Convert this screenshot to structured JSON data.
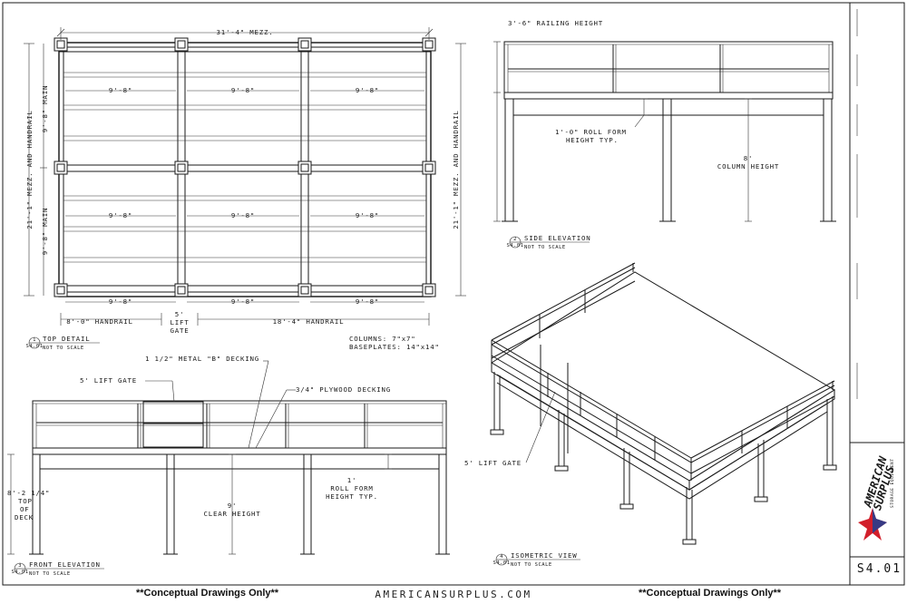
{
  "sheet": {
    "number": "S4.01",
    "footer_left": "**Conceptual Drawings Only**",
    "footer_center": "AMERICANSURPLUS.COM",
    "footer_right": "**Conceptual Drawings Only**"
  },
  "logo": {
    "name": "AMERICAN SURPLUS INC."
  },
  "top_detail": {
    "title": "TOP DETAIL",
    "ref_num": "1",
    "ref_sheet": "S4.01",
    "scale": "NOT TO SCALE",
    "overall_width": "31'-4\" MEZZ.",
    "bay_width": "9'-8\"",
    "left_depth": "21'-1\" MEZZ. AND HANDRAIL",
    "right_depth": "21'-1\" MEZZ. AND HANDRAIL",
    "main": "9'-8\" MAIN",
    "handrail_left": "8'-0\" HANDRAIL",
    "lift_gate_w": "5'",
    "lift_gate_label1": "LIFT",
    "lift_gate_label2": "GATE",
    "handrail_right": "18'-4\" HANDRAIL",
    "columns": "COLUMNS: 7\"x7\"",
    "baseplates": "BASEPLATES: 14\"x14\""
  },
  "side_elevation": {
    "title": "SIDE ELEVATION",
    "ref_num": "2",
    "ref_sheet": "S4.01",
    "scale": "NOT TO SCALE",
    "railing_height": "3'-6\" RAILING HEIGHT",
    "roll_form_1": "1'-0\" ROLL FORM",
    "roll_form_2": "HEIGHT TYP.",
    "col_height_1": "8'",
    "col_height_2": "COLUMN HEIGHT"
  },
  "front_elevation": {
    "title": "FRONT ELEVATION",
    "ref_num": "3",
    "ref_sheet": "S4.01",
    "scale": "NOT TO SCALE",
    "decking_metal": "1 1/2\" METAL \"B\" DECKING",
    "lift_gate": "5' LIFT GATE",
    "plywood": "3/4\" PLYWOOD DECKING",
    "top_deck_1": "8'-2 1/4\"",
    "top_deck_2": "TOP",
    "top_deck_3": "OF",
    "top_deck_4": "DECK",
    "clear_1": "9'",
    "clear_2": "CLEAR HEIGHT",
    "roll_1": "1'",
    "roll_2": "ROLL FORM",
    "roll_3": "HEIGHT TYP."
  },
  "iso_view": {
    "title": "ISOMETRIC VIEW",
    "ref_num": "4",
    "ref_sheet": "S4.01",
    "scale": "NOT TO SCALE",
    "lift_gate": "5' LIFT GATE"
  }
}
